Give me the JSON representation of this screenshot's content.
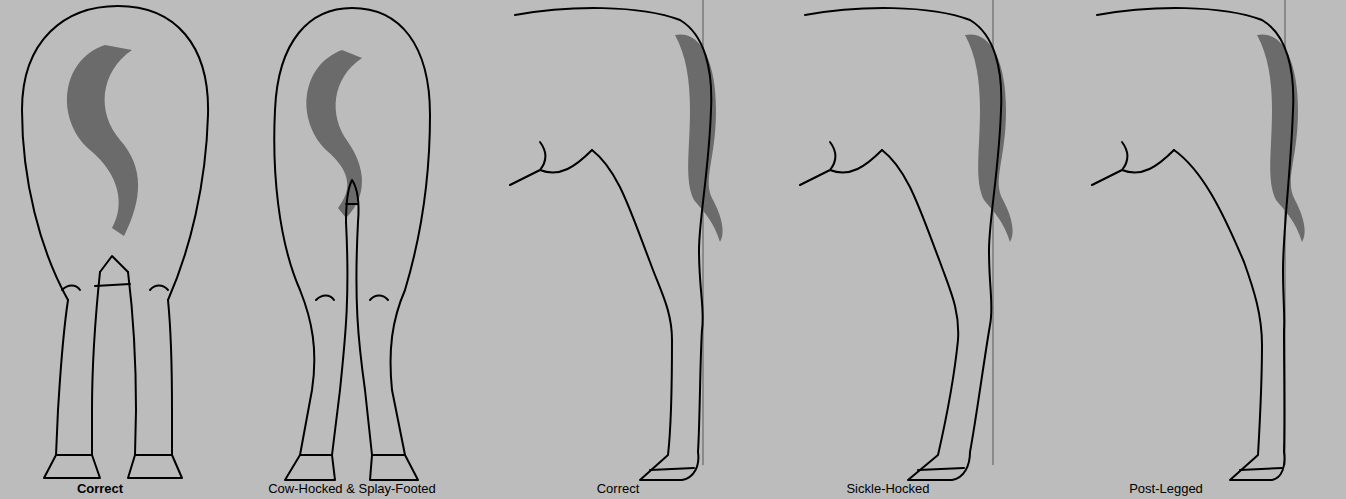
{
  "diagram": {
    "labels": [
      "Correct",
      "Cow-Hocked & Splay-Footed",
      "Correct",
      "Sickle-Hocked",
      "Post-Legged"
    ]
  }
}
